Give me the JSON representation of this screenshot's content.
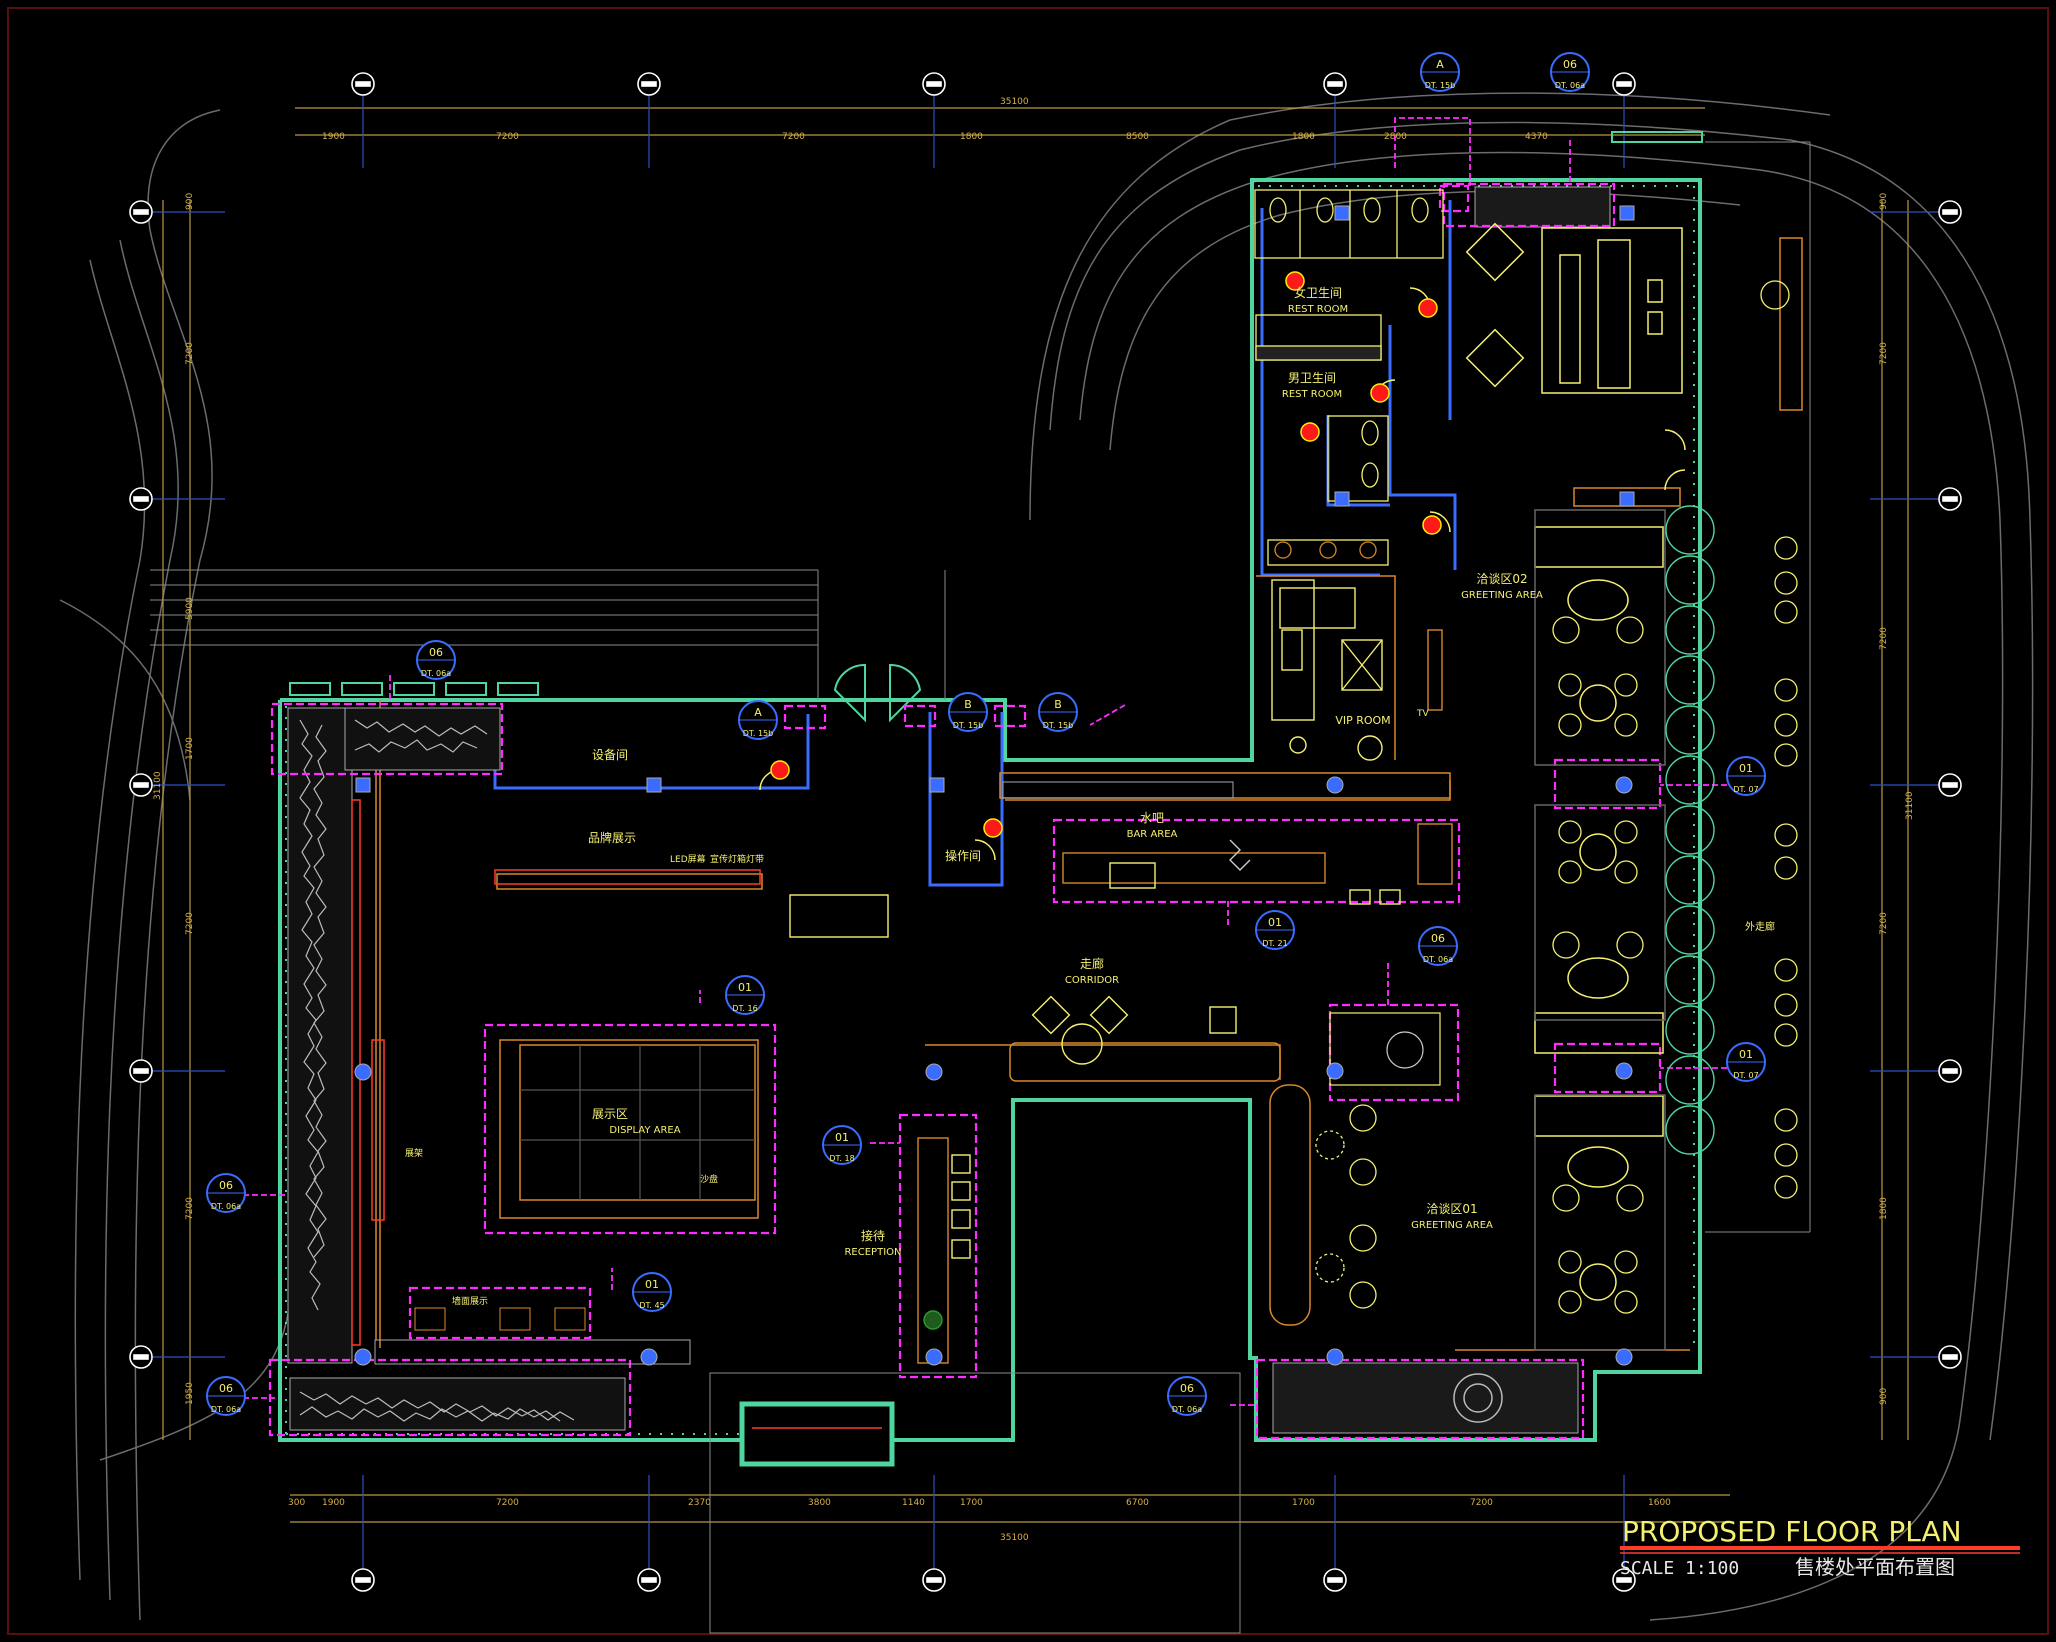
{
  "title_block": {
    "title": "PROPOSED FLOOR PLAN",
    "scale": "SCALE 1:100",
    "subtitle_cn": "售楼处平面布置图"
  },
  "dimensions": {
    "top_total": "35100",
    "top_segments": [
      "1900",
      "7200",
      "7200",
      "1800",
      "8500",
      "1800",
      "2800",
      "4370"
    ],
    "bottom_total": "35100",
    "bottom_segments": [
      "300",
      "1900",
      "7200",
      "2370",
      "3800",
      "1140",
      "1700",
      "6700",
      "1700",
      "7200",
      "1600"
    ],
    "left_total": "31100",
    "left_segments": [
      "900",
      "7200",
      "5900",
      "1700",
      "7200",
      "7200",
      "1950"
    ],
    "right_total": "31100",
    "right_segments": [
      "900",
      "7200",
      "7200",
      "7200",
      "1800",
      "900"
    ]
  },
  "rooms": {
    "women_rest": {
      "cn": "女卫生间",
      "en": "REST ROOM"
    },
    "men_rest": {
      "cn": "男卫生间",
      "en": "REST ROOM"
    },
    "vip": {
      "en": "VIP ROOM"
    },
    "greeting02": {
      "cn": "洽谈区02",
      "en": "GREETING AREA"
    },
    "greeting01": {
      "cn": "洽谈区01",
      "en": "GREETING AREA"
    },
    "bar": {
      "cn": "水吧",
      "en": "BAR AREA"
    },
    "corridor": {
      "cn": "走廊",
      "en": "CORRIDOR"
    },
    "display": {
      "cn": "展示区",
      "en": "DISPLAY AREA"
    },
    "reception": {
      "cn": "接待",
      "en": "RECEPTION"
    },
    "equipment": {
      "cn": "设备间"
    },
    "brand": {
      "cn": "品牌展示"
    },
    "operation": {
      "cn": "操作间"
    },
    "outdoor": {
      "cn": "外走廊"
    }
  },
  "notes": {
    "led_screen": "LED屏幕",
    "brand_light": "宣传灯箱灯带",
    "shelf": "展架",
    "model": "沙盘",
    "wall_display": "墙面展示",
    "tv": "TV"
  },
  "callouts": [
    {
      "num": "A",
      "ref": "DT. 15b"
    },
    {
      "num": "06",
      "ref": "DT. 06a"
    },
    {
      "num": "06",
      "ref": "DT. 06a"
    },
    {
      "num": "A",
      "ref": "DT. 15b"
    },
    {
      "num": "B",
      "ref": "DT. 15b"
    },
    {
      "num": "B",
      "ref": "DT. 15b"
    },
    {
      "num": "01",
      "ref": "DT. 07"
    },
    {
      "num": "01",
      "ref": "DT. 07"
    },
    {
      "num": "01",
      "ref": "DT. 21"
    },
    {
      "num": "06",
      "ref": "DT. 06a"
    },
    {
      "num": "01",
      "ref": "DT. 16"
    },
    {
      "num": "01",
      "ref": "DT. 18"
    },
    {
      "num": "06",
      "ref": "DT. 06a"
    },
    {
      "num": "01",
      "ref": "DT. 45"
    },
    {
      "num": "06",
      "ref": "DT. 06a"
    },
    {
      "num": "06",
      "ref": "DT. 06a"
    }
  ],
  "colors": {
    "wall_green": "#4fd6a0",
    "magenta": "#ff2cff",
    "yellow": "#f5f070",
    "orange": "#d7882a",
    "dim": "#b89a40",
    "axis": "#3a6dff",
    "furniture": "#e8e8b0"
  }
}
